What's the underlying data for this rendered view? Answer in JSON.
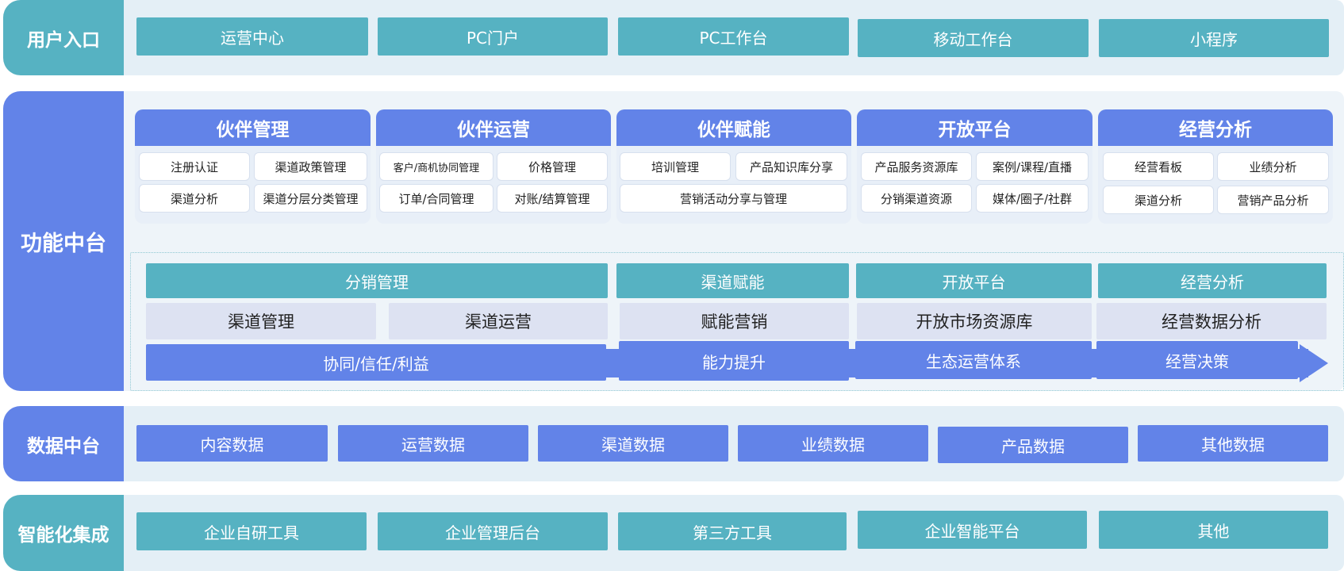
{
  "colors": {
    "teal": "#56b2c2",
    "blue": "#6283e8",
    "band": "#e4eff6",
    "light": "#dde2f2"
  },
  "entry": {
    "label": "用户入口",
    "items": [
      "运营中心",
      "PC门户",
      "PC工作台",
      "移动工作台",
      "小程序"
    ]
  },
  "function": {
    "label": "功能中台",
    "cards": [
      {
        "title": "伙伴管理",
        "items": [
          "注册认证",
          "渠道政策管理",
          "渠道分析",
          "渠道分层分类管理"
        ]
      },
      {
        "title": "伙伴运营",
        "items": [
          "客户/商机协同管理",
          "价格管理",
          "订单/合同管理",
          "对账/结算管理"
        ]
      },
      {
        "title": "伙伴赋能",
        "items": [
          "培训管理",
          "产品知识库分享",
          "营销活动分享与管理"
        ]
      },
      {
        "title": "开放平台",
        "items": [
          "产品服务资源库",
          "案例/课程/直播",
          "分销渠道资源",
          "媒体/圈子/社群"
        ]
      },
      {
        "title": "经营分析",
        "items": [
          "经营看板",
          "业绩分析",
          "渠道分析",
          "营销产品分析"
        ]
      }
    ],
    "headers": [
      "分销管理",
      "渠道赋能",
      "开放平台",
      "经营分析"
    ],
    "middle": [
      "渠道管理",
      "渠道运营",
      "赋能营销",
      "开放市场资源库",
      "经营数据分析"
    ],
    "arrow": [
      "协同/信任/利益",
      "能力提升",
      "生态运营体系",
      "经营决策"
    ]
  },
  "data": {
    "label": "数据中台",
    "items": [
      "内容数据",
      "运营数据",
      "渠道数据",
      "业绩数据",
      "产品数据",
      "其他数据"
    ]
  },
  "integration": {
    "label": "智能化集成",
    "items": [
      "企业自研工具",
      "企业管理后台",
      "第三方工具",
      "企业智能平台",
      "其他"
    ]
  }
}
